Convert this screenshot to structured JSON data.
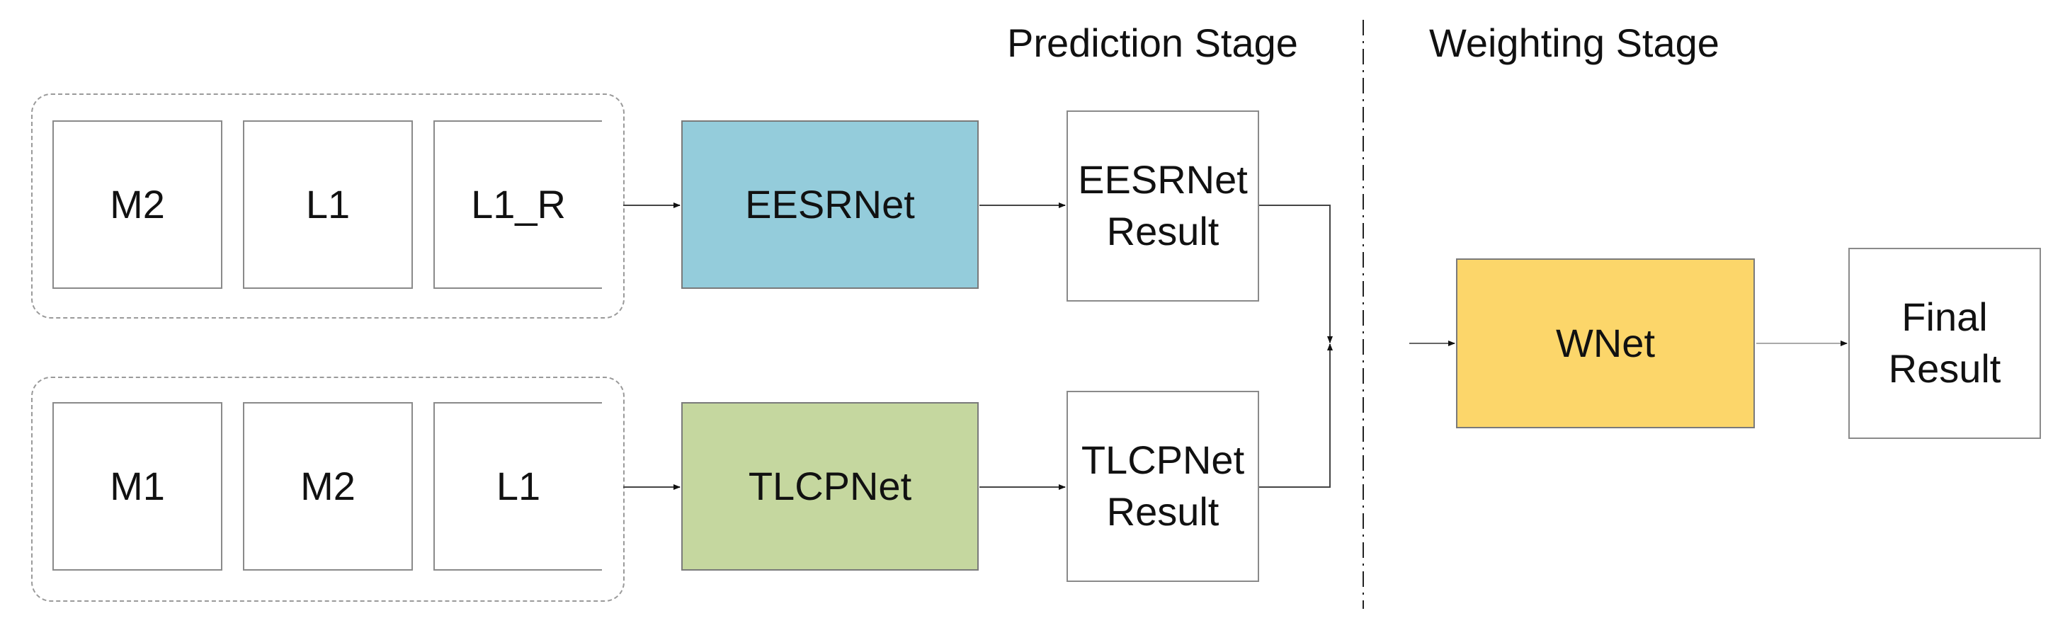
{
  "stages": {
    "prediction": "Prediction Stage",
    "weighting": "Weighting Stage"
  },
  "top_branch": {
    "inputs": [
      "M2",
      "L1",
      "L1_R"
    ],
    "network": "EESRNet",
    "result": "EESRNet\nResult",
    "network_color": "#94ccdb"
  },
  "bottom_branch": {
    "inputs": [
      "M1",
      "M2",
      "L1"
    ],
    "network": "TLCPNet",
    "result": "TLCPNet\nResult",
    "network_color": "#c5d79f"
  },
  "weighting": {
    "network": "WNet",
    "result": "Final\nResult",
    "network_color": "#fcd66a"
  }
}
